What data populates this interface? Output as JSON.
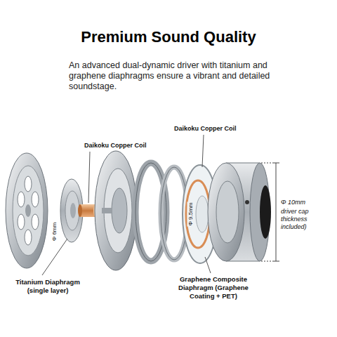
{
  "diagram": {
    "title": "Premium Sound Quality",
    "labels": [
      "An advanced dual-dynamic driver with titanium and graphene diaphragms ensure a vibrant and detailed soundstage.",
      "Daikoku Copper Coil",
      "Daikoku Copper Coil",
      "Φ 6mm",
      "Φ 9.5mm",
      "Φ 10mm",
      "driver cap thickness included)",
      "Titanium Diaphragm (single layer)",
      "Graphene Composite Diaphragm (Graphene Coating + PET)"
    ]
  }
}
